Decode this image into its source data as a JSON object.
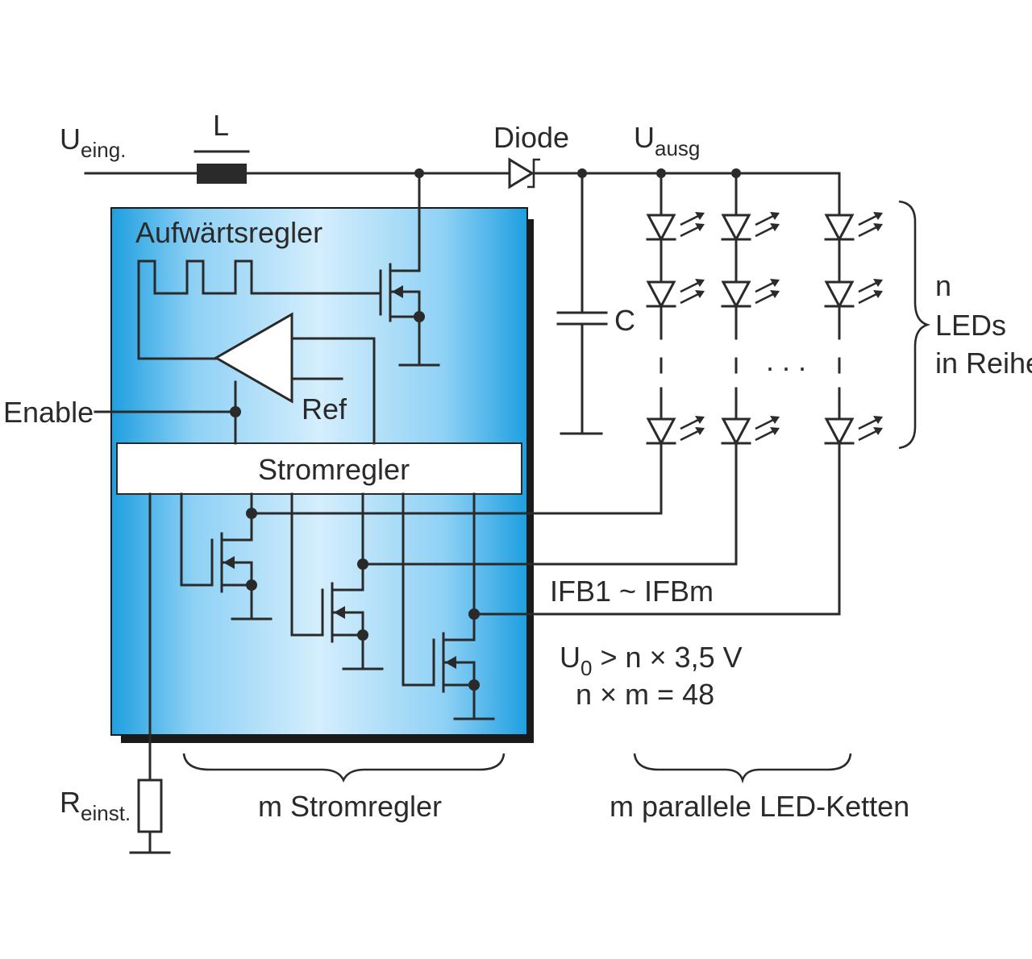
{
  "labels": {
    "u_in": "U",
    "u_in_sub": "eing.",
    "inductor": "L",
    "diode": "Diode",
    "u_out": "U",
    "u_out_sub": "ausg",
    "boost": "Aufwärtsregler",
    "capacitor": "C",
    "enable": "Enable",
    "ref": "Ref",
    "current_reg": "Stromregler",
    "ifb": "IFB1 ~ IFBm",
    "cond1_u": "U",
    "cond1_sub": "0",
    "cond1_rest": " > n × 3,5 V",
    "cond2": "n × m = 48",
    "r_set": "R",
    "r_set_sub": "einst.",
    "m_regs": "m Stromregler",
    "m_chains": "m parallele LED-Ketten",
    "n_leds_1": "n",
    "n_leds_2": "LEDs",
    "n_leds_3": "in Reihe",
    "ellipsis": ". . ."
  },
  "colors": {
    "chip_light": "#d4eefc",
    "chip_mid": "#8fd1f5",
    "chip_dark": "#1e9fe0",
    "shadow": "#1a1a1a",
    "wire": "#2a2a2a"
  }
}
